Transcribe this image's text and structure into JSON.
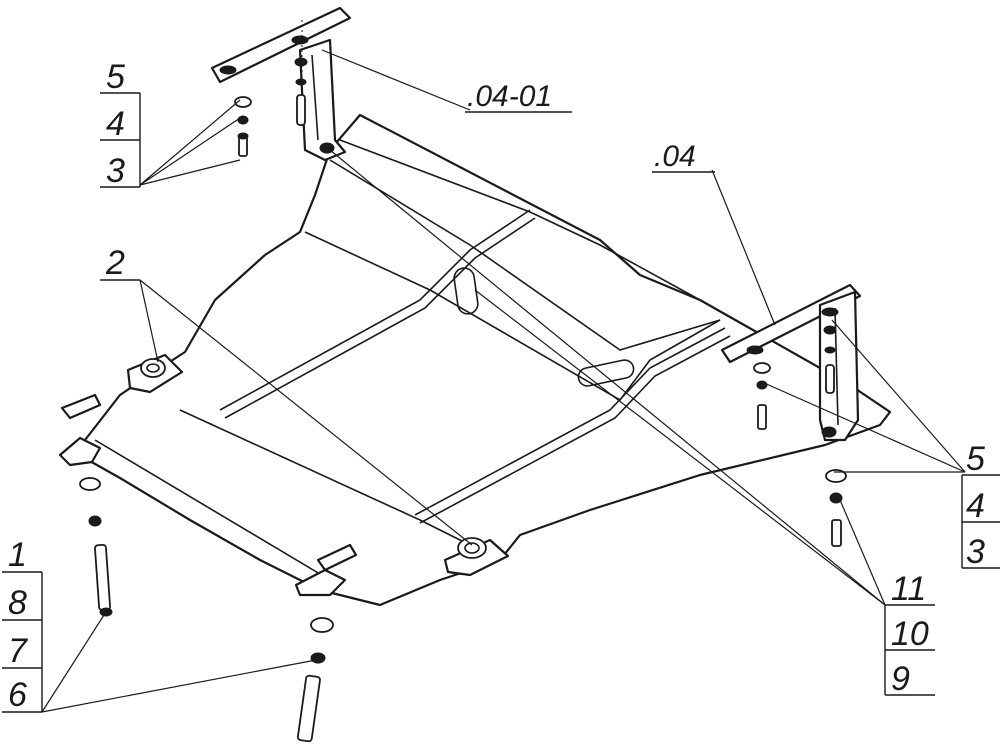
{
  "callouts": {
    "top_left_stack": [
      "5",
      "4",
      "3"
    ],
    "right_stack": [
      "5",
      "4",
      "3"
    ],
    "bottom_left_stack": [
      "1",
      "8",
      "7",
      "6"
    ],
    "bottom_right_stack": [
      "11",
      "10",
      "9"
    ],
    "label_2": "2",
    "bracket_left_code": ".04-01",
    "bracket_right_code": ".04"
  }
}
